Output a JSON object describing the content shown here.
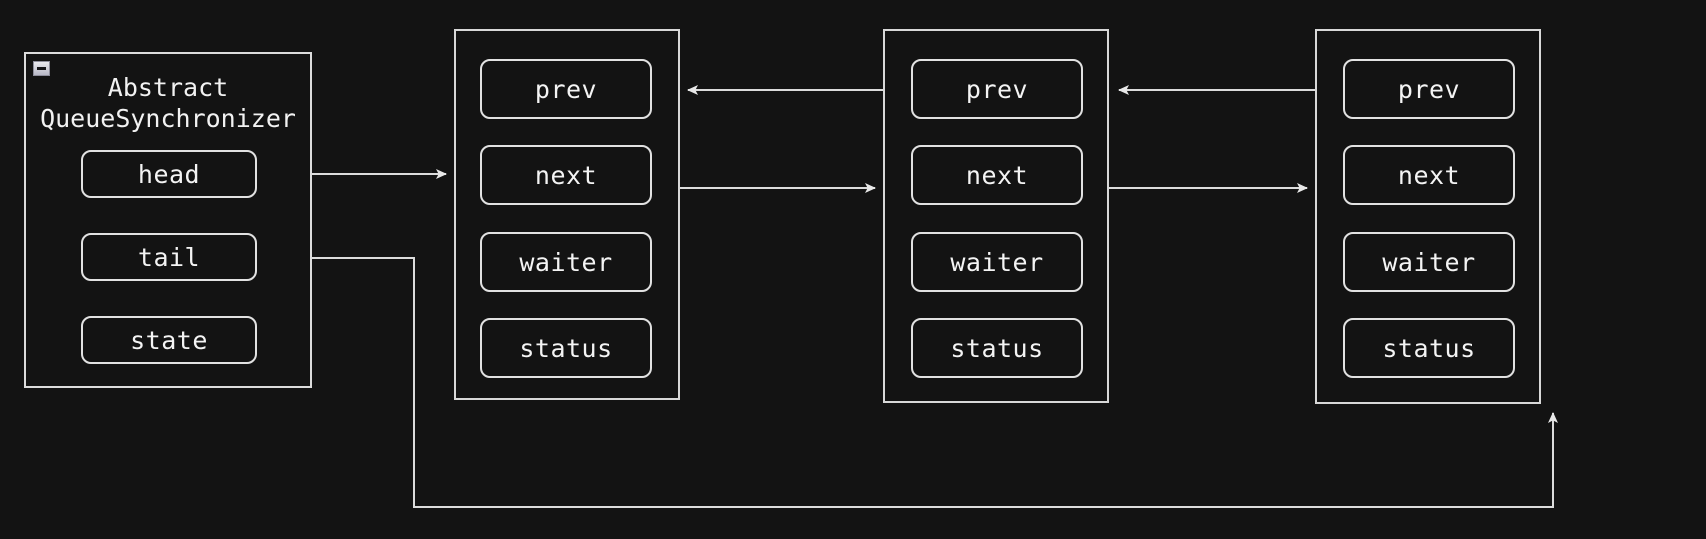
{
  "diagram": {
    "title": "AbstractQueueSynchronizer CLH queue",
    "background_color": "#131313",
    "line_color": "#dcdcdc",
    "text_color": "#f4f4f4"
  },
  "class_node": {
    "name": "AbstractQueueSynchronizer",
    "title": "Abstract\nQueueSynchronizer",
    "collapse_icon": "minus-box-icon",
    "fields": [
      {
        "label": "head"
      },
      {
        "label": "tail"
      },
      {
        "label": "state"
      }
    ]
  },
  "queue_nodes": [
    {
      "id": "node-1",
      "fields": [
        {
          "label": "prev"
        },
        {
          "label": "next"
        },
        {
          "label": "waiter"
        },
        {
          "label": "status"
        }
      ]
    },
    {
      "id": "node-2",
      "fields": [
        {
          "label": "prev"
        },
        {
          "label": "next"
        },
        {
          "label": "waiter"
        },
        {
          "label": "status"
        }
      ]
    },
    {
      "id": "node-3",
      "fields": [
        {
          "label": "prev"
        },
        {
          "label": "next"
        },
        {
          "label": "waiter"
        },
        {
          "label": "status"
        }
      ]
    }
  ],
  "connections": [
    {
      "name": "head-to-node1",
      "from": "head",
      "to": "node-1",
      "arrow": "right"
    },
    {
      "name": "node1-next-to-node2",
      "from": "node-1.next",
      "to": "node-2",
      "arrow": "right"
    },
    {
      "name": "node2-next-to-node3",
      "from": "node-2.next",
      "to": "node-3",
      "arrow": "right"
    },
    {
      "name": "node2-prev-to-node1",
      "from": "node-2.prev",
      "to": "node-1",
      "arrow": "left"
    },
    {
      "name": "node3-prev-to-node2",
      "from": "node-3.prev",
      "to": "node-2",
      "arrow": "left"
    },
    {
      "name": "tail-to-node3",
      "from": "tail",
      "to": "node-3",
      "arrow": "up"
    }
  ]
}
